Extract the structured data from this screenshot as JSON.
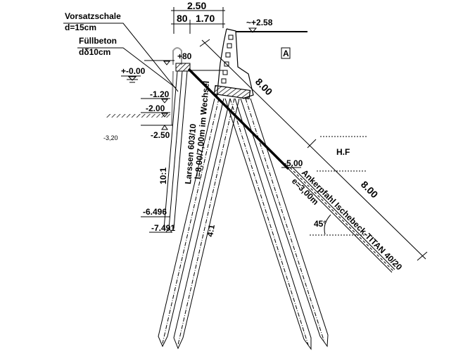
{
  "dimensions": {
    "total_width": "2.50",
    "part_a": "80",
    "part_b": "1.70",
    "slope_length_1": "8.00",
    "slope_length_2": "8.00"
  },
  "levels": {
    "top": "~+2.58",
    "cap": "+80",
    "water": "+-0.00",
    "l1": "-1.20",
    "l2": "-2.00",
    "l3": "-2.50",
    "l4": "-3,20",
    "l5": "-6.496",
    "l6": "-7.491",
    "anchor": "-5.00"
  },
  "labels": {
    "vorsatzschale": "Vorsatzschale",
    "vorsatzschale_d": "d=15cm",
    "fuellbeton": "Füllbeton",
    "fuellbeton_d": "dδ10cm",
    "section": "A",
    "hf": "H.F",
    "pile_slope": "10:1",
    "pile_batter": "4:1",
    "sheet_pile": "Larssen 603/10",
    "sheet_pile_len": "l=8,00/7,00m im Wechsel",
    "anchor": "Ankerpfahl Ischebeck-TITAN 40/20",
    "anchor_spacing": "e=3,00m",
    "angle": "45°"
  }
}
